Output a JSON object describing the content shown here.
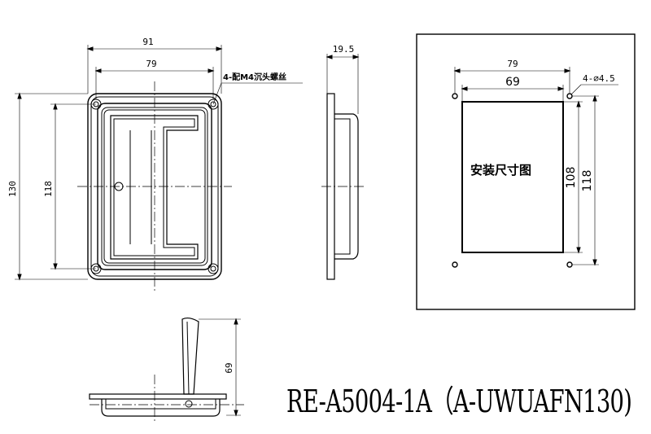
{
  "front_view": {
    "dim_width_outer": "91",
    "dim_width_inner": "79",
    "dim_height_outer": "130",
    "dim_height_inner": "118",
    "screw_note": "4-配M4沉头螺丝"
  },
  "side_view": {
    "dim_depth": "19.5"
  },
  "bottom_view": {
    "dim_height": "69"
  },
  "install_panel": {
    "label": "安装尺寸图",
    "dim_hole_spacing": "79",
    "dim_cutout_width": "69",
    "dim_cutout_height": "108",
    "dim_hole_height": "118",
    "hole_note": "4-⌀4.5"
  },
  "part_number": "RE-A5004-1A（A-UWUAFN130)"
}
